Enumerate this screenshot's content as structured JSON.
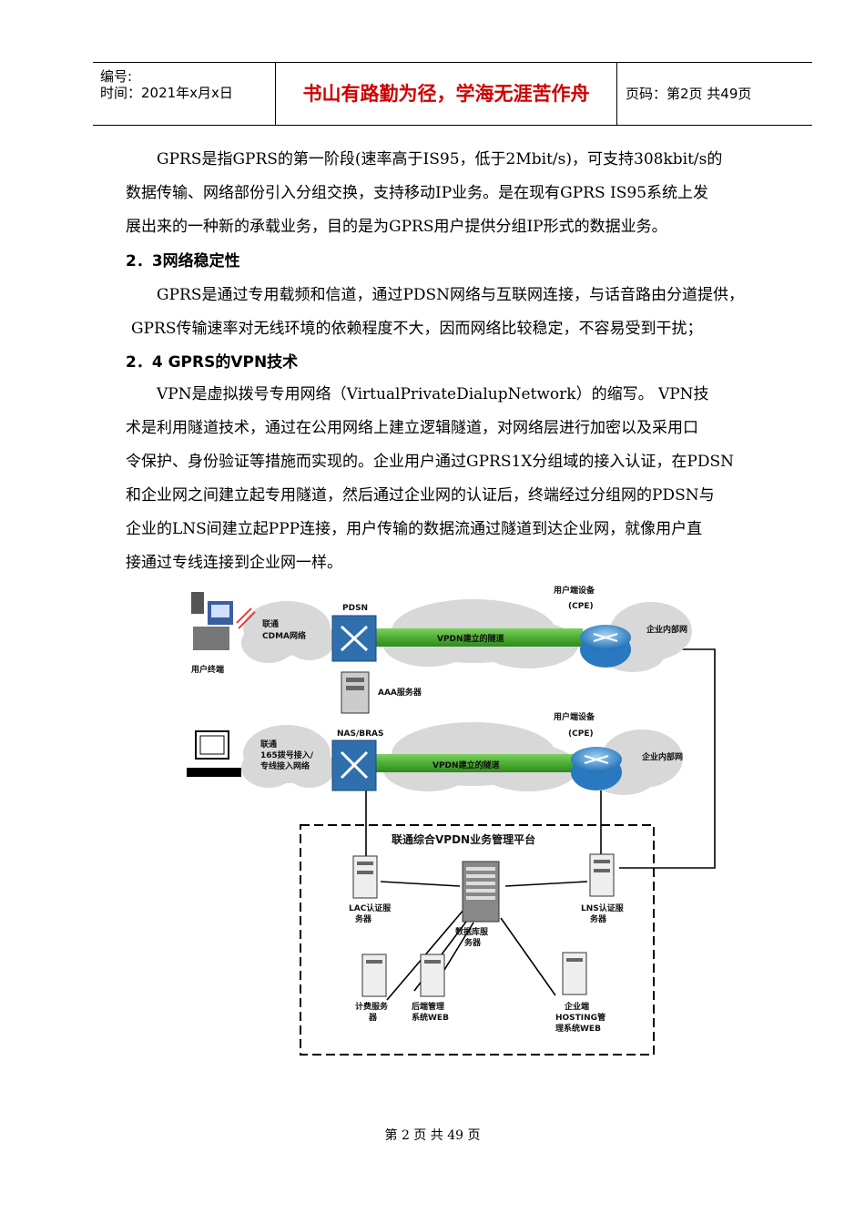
{
  "header": {
    "number_label": "编号:",
    "time_label": "时间：2021年x月x日",
    "motto": "书山有路勤为径，学海无涯苦作舟",
    "page_info": "页码：第2页 共49页"
  },
  "body": {
    "p1": [
      "GPRS是指GPRS的第一阶段(速率高于IS95，低于2Mbit/s)，可支持308kbit/s的",
      "数据传输、网络部份引入分组交换，支持移动IP业务。是在现有GPRS IS95系统上发",
      "展出来的一种新的承载业务，目的是为GPRS用户提供分组IP形式的数据业务。"
    ],
    "s23": "2．3网络稳定性",
    "p2": [
      "GPRS是通过专用载频和信道，通过PDSN网络与互联网连接，与话音路由分道提供，",
      "GPRS传输速率对无线环境的依赖程度不大，因而网络比较稳定，不容易受到干扰；"
    ],
    "s24": "2．4 GPRS的VPN技术",
    "p3": [
      "VPN是虚拟拨号专用网络（VirtualPrivateDialupNetwork）的缩写。   VPN技",
      "术是利用隧道技术，通过在公用网络上建立逻辑隧道，对网络层进行加密以及采用口",
      "令保护、身份验证等措施而实现的。企业用户通过GPRS1X分组域的接入认证，在PDSN",
      "和企业网之间建立起专用隧道，然后通过企业网的认证后，终端经过分组网的PDSN与",
      "企业的LNS间建立起PPP连接，用户传输的数据流通过隧道到达企业网，就像用户直",
      "接通过专线连接到企业网一样。"
    ]
  },
  "diagram": {
    "cpe_top": "用户端设备",
    "cpe_top_sub": "(CPE)",
    "pdsn": "PDSN",
    "cdma1": "联通",
    "cdma2": "CDMA网络",
    "user_terminal": "用户终端",
    "tunnel1": "VPDN建立的隧道",
    "enterprise1": "企业内部网",
    "aaa": "AAA服务器",
    "cpe_mid": "用户端设备",
    "cpe_mid_sub": "(CPE)",
    "nas": "NAS/BRAS",
    "dial1": "联通",
    "dial2": "165拨号接入/",
    "dial3": "专线接入网络",
    "tunnel2": "VPDN建立的隧道",
    "enterprise2": "企业内部网",
    "platform": "联通综合VPDN业务管理平台",
    "lac1": "LAC认证服",
    "lac2": "务器",
    "db1": "数据库服",
    "db2": "务器",
    "lns1": "LNS认证服",
    "lns2": "务器",
    "bill1": "计费服务",
    "bill2": "器",
    "back1": "后端管理",
    "back2": "系统WEB",
    "host1": "企业端",
    "host2": "HOSTING管",
    "host3": "理系统WEB"
  },
  "footer": "第 2 页 共 49 页",
  "colors": {
    "motto": "#d00000",
    "router": "#3a8fd0",
    "tunnel": "#5fb93a",
    "cloud": "#d8d8d8"
  }
}
